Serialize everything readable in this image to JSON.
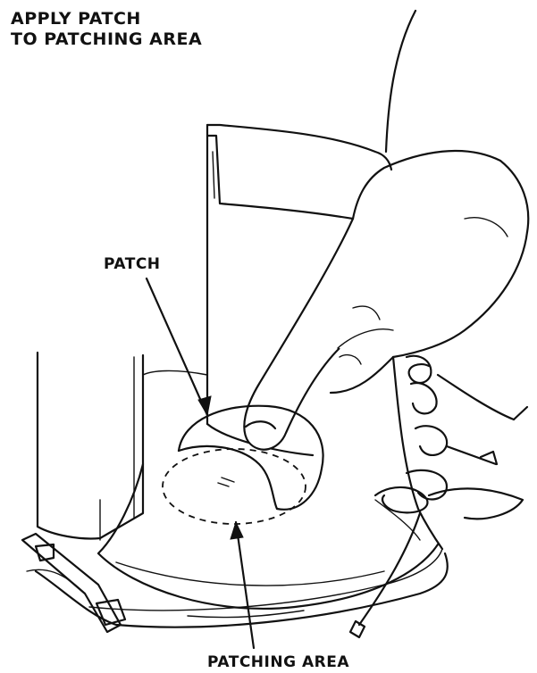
{
  "title": {
    "line1": "APPLY PATCH",
    "line2": "TO PATCHING AREA"
  },
  "labels": {
    "patch": "PATCH",
    "patching_area": "PATCHING AREA"
  }
}
